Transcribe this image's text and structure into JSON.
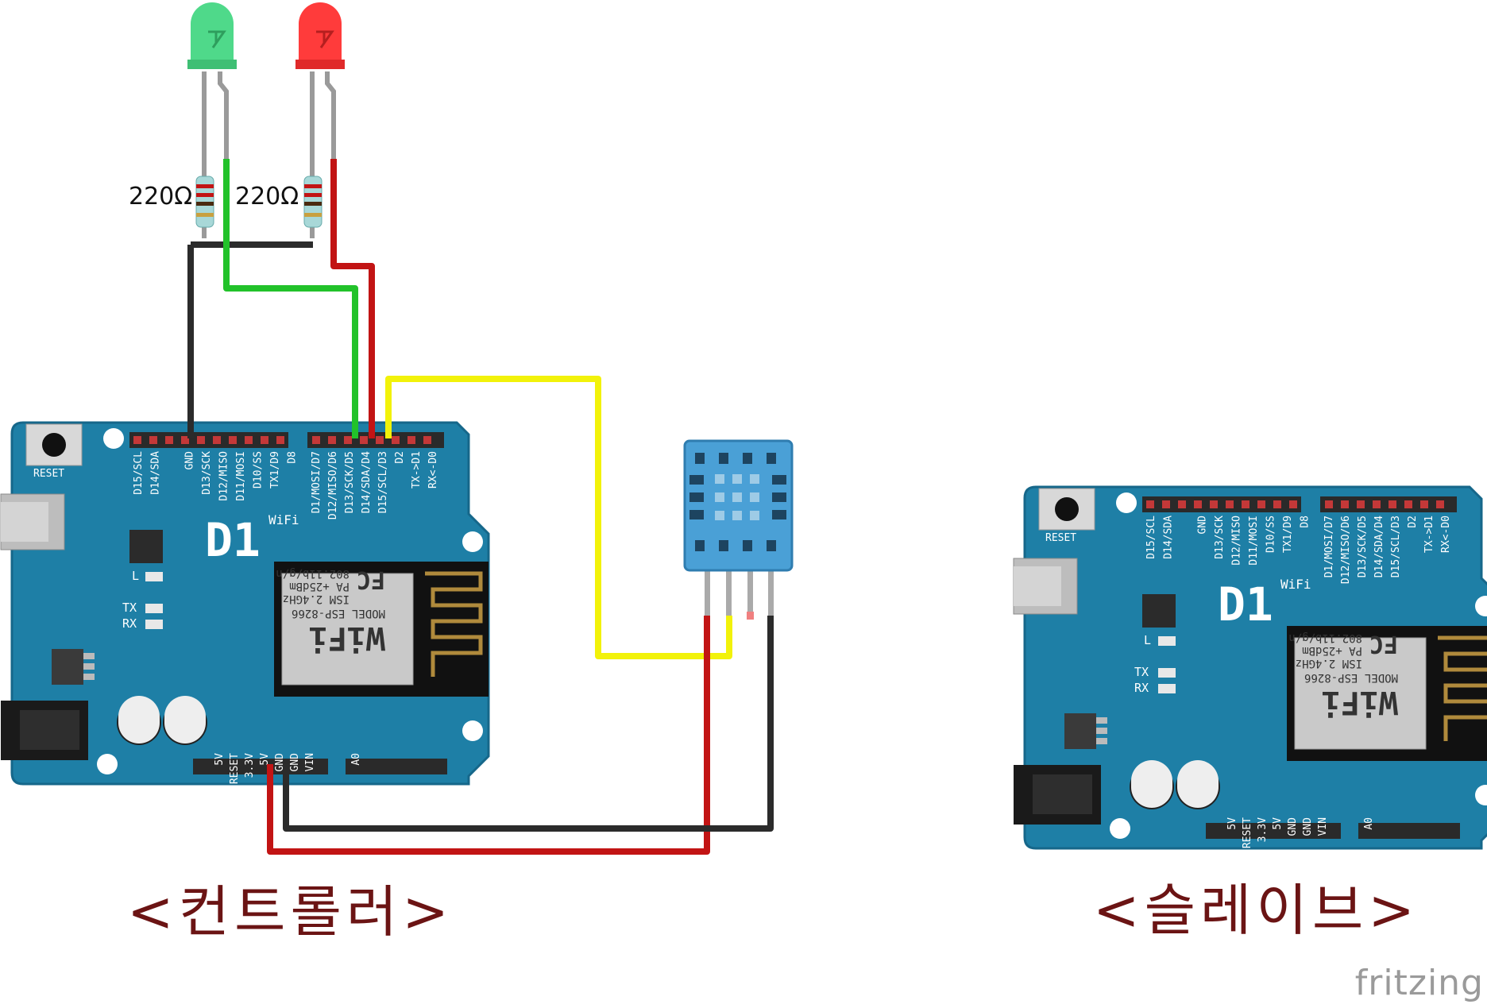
{
  "controller": {
    "caption": "<컨트롤러>",
    "board": {
      "reset_label": "RESET",
      "logo": "D1",
      "logo_sup": "WiFi",
      "top_pins_left": [
        "D15/SCL",
        "D14/SDA",
        "",
        "GND",
        "D13/SCK",
        "D12/MISO",
        "D11/MOSI",
        "D10/SS",
        "TX1/D9",
        "D8"
      ],
      "top_pins_right": [
        "D1/MOSI/D7",
        "D12/MISO/D6",
        "D13/SCK/D5",
        "D14/SDA/D4",
        "D15/SCL/D3",
        "D2",
        "TX->D1",
        "RX<-D0"
      ],
      "bottom_pins_left": [
        "5V",
        "RESET",
        "3.3V",
        "5V",
        "GND",
        "GND",
        "VIN"
      ],
      "bottom_pins_right": [
        "A0"
      ],
      "led_labels": [
        "L",
        "TX",
        "RX"
      ],
      "module": {
        "wifi": "WiFi",
        "model": "MODEL  ESP-8266",
        "freq": "ISM 2.4GHz",
        "power": "PA +25dBm",
        "std": "802.11b/g/n",
        "fcc": "FC"
      }
    }
  },
  "slave": {
    "caption": "<슬레이브>",
    "board": {
      "reset_label": "RESET",
      "logo": "D1",
      "logo_sup": "WiFi",
      "top_pins_left": [
        "D15/SCL",
        "D14/SDA",
        "",
        "GND",
        "D13/SCK",
        "D12/MISO",
        "D11/MOSI",
        "D10/SS",
        "TX1/D9",
        "D8"
      ],
      "top_pins_right": [
        "D1/MOSI/D7",
        "D12/MISO/D6",
        "D13/SCK/D5",
        "D14/SDA/D4",
        "D15/SCL/D3",
        "D2",
        "TX->D1",
        "RX<-D0"
      ],
      "bottom_pins_left": [
        "5V",
        "RESET",
        "3.3V",
        "5V",
        "GND",
        "GND",
        "VIN"
      ],
      "bottom_pins_right": [
        "A0"
      ],
      "led_labels": [
        "L",
        "TX",
        "RX"
      ],
      "module": {
        "wifi": "WiFi",
        "model": "MODEL  ESP-8266",
        "freq": "ISM 2.4GHz",
        "power": "PA +25dBm",
        "std": "802.11b/g/n",
        "fcc": "FC"
      }
    }
  },
  "resistors": [
    {
      "label": "220Ω"
    },
    {
      "label": "220Ω"
    }
  ],
  "colors": {
    "board": "#1e7fa6",
    "board_edge": "#16678a",
    "led_green": "#4fd98a",
    "led_red": "#ff3b3b",
    "wire_green": "#22c22a",
    "wire_red": "#c21414",
    "wire_black": "#2b2b2b",
    "wire_yellow": "#f2f20a",
    "sensor": "#4aa0d6",
    "caption": "#6b1414"
  },
  "brand": "fritzing"
}
